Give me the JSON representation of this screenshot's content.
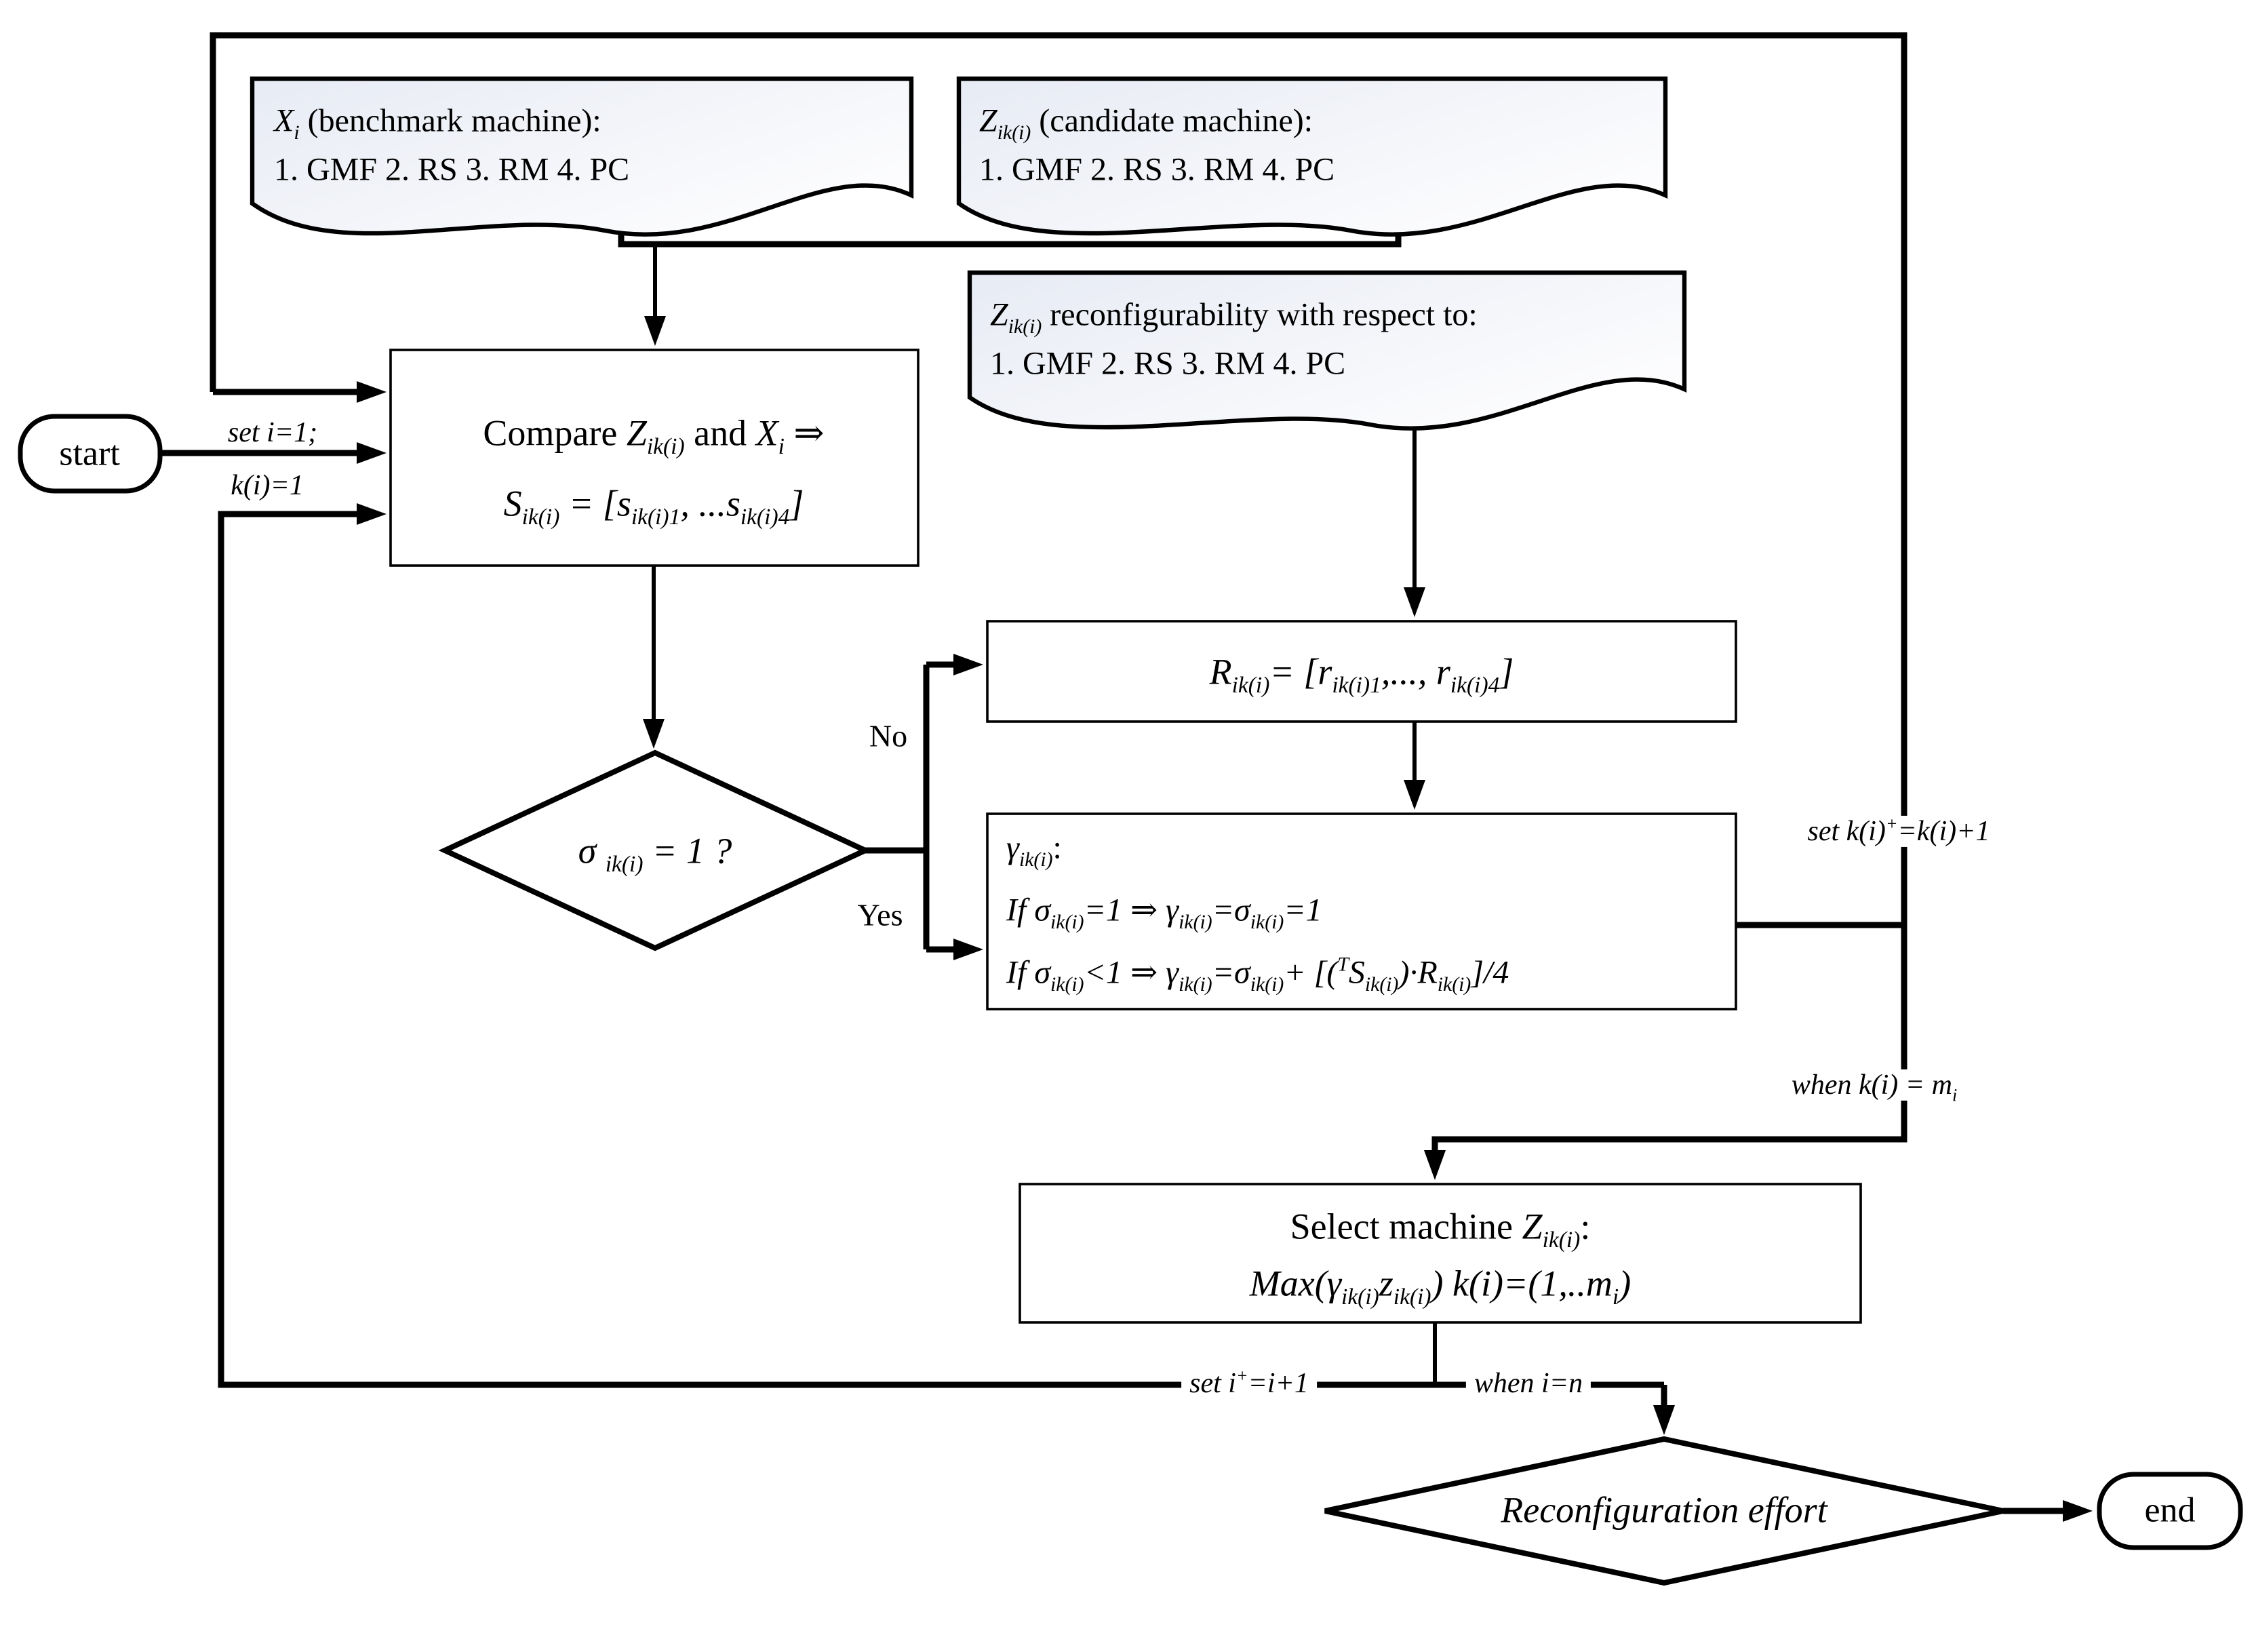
{
  "diagram": {
    "title": "Machine selection / reconfiguration effort flowchart",
    "nodes": {
      "doc_benchmark": {
        "line1": "*X_{i}* (benchmark machine):",
        "line2": "1. GMF 2. RS 3. RM 4. PC"
      },
      "doc_candidate": {
        "line1": "*Z_{ik(i)}* (candidate machine):",
        "line2": "1. GMF 2. RS 3. RM 4. PC"
      },
      "doc_reconfigurability": {
        "line1": "*Z_{ik(i)}* reconfigurability  with respect to:",
        "line2": "1. GMF 2. RS 3. RM 4. PC"
      },
      "start": {
        "label": "start"
      },
      "compare": {
        "line1": "Compare *Z_{ik(i)}* and *X_{i}* ⇒",
        "line2": "*S_{ik(i)} = [s_{ik(i)1}, ...s_{ik(i)4}]*"
      },
      "sigma_decision": {
        "label": "*σ _{ik(i)} = 1 ?*"
      },
      "r_vector": {
        "label": "*R_{ik(i)}= [r_{ik(i)1},..., r_{ik(i)4}]*"
      },
      "gamma": {
        "line1": "*γ_{ik(i)}*:",
        "line2": "*If σ_{ik(i)}=1 ⇒ γ_{ik(i)}=σ_{ik(i)}=1*",
        "line3": "*If σ_{ik(i)}<1 ⇒ γ_{ik(i)}=σ_{ik(i)}+ [(^{T}S_{ik(i)})·R_{ik(i)}]/4*"
      },
      "select_machine": {
        "line1": "Select machine *Z_{ik(i)}*:",
        "line2": "*Max(γ_{ik(i)}z_{ik(i)}) k(i)=(1,..m_{i})*"
      },
      "reconfiguration": {
        "label": "*Reconfiguration effort*"
      },
      "end": {
        "label": "end"
      }
    },
    "edge_labels": {
      "set_i": "set i=1;",
      "k_i": "k(i)=1",
      "no": "No",
      "yes": "Yes",
      "set_k_plus": "set k(i)^{+}=k(i)+1",
      "when_k": "when k(i) = m_{i}",
      "set_i_plus": "set i^{+}=i+1",
      "when_i": "when i=n"
    },
    "colors": {
      "stroke": "#000000",
      "background": "#ffffff",
      "doc_fill_top": "#e7ebf4",
      "doc_fill_bottom": "#fdfdfe"
    }
  }
}
